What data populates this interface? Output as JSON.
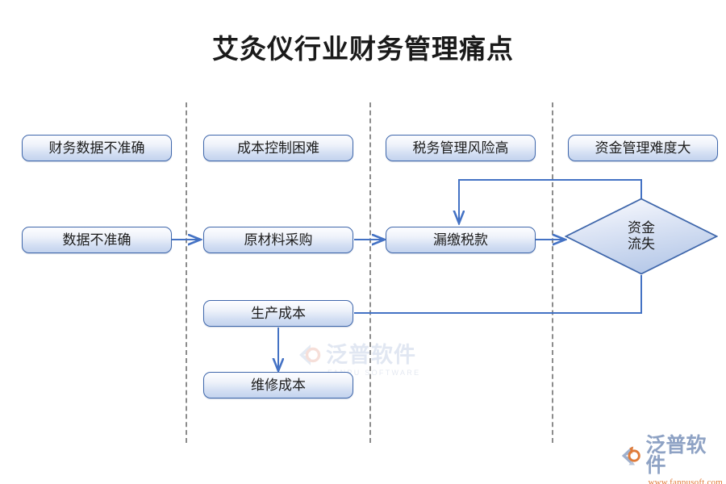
{
  "title": "艾灸仪行业财务管理痛点",
  "colors": {
    "node_border": "#3f67ab",
    "connector": "#4472c4",
    "divider": "#8c8c8c",
    "diamond_fill": "#c3d3ee",
    "logo_text": "#8ea2c4",
    "logo_url": "#e07b39"
  },
  "columns": [
    {
      "id": "col1",
      "header": "财务数据不准确"
    },
    {
      "id": "col2",
      "header": "成本控制困难"
    },
    {
      "id": "col3",
      "header": "税务管理风险高"
    },
    {
      "id": "col4",
      "header": "资金管理难度大"
    }
  ],
  "nodes": {
    "data_inaccurate": "数据不准确",
    "raw_material_purchase": "原材料采购",
    "tax_underpayment": "漏缴税款",
    "production_cost": "生产成本",
    "maintenance_cost": "维修成本",
    "capital_loss_line1": "资金",
    "capital_loss_line2": "流失"
  },
  "watermark": {
    "text": "泛普软件",
    "subtext": "FANPU SOFTWARE"
  },
  "logo": {
    "text": "泛普软件",
    "url": "www.fanpusoft.com"
  }
}
